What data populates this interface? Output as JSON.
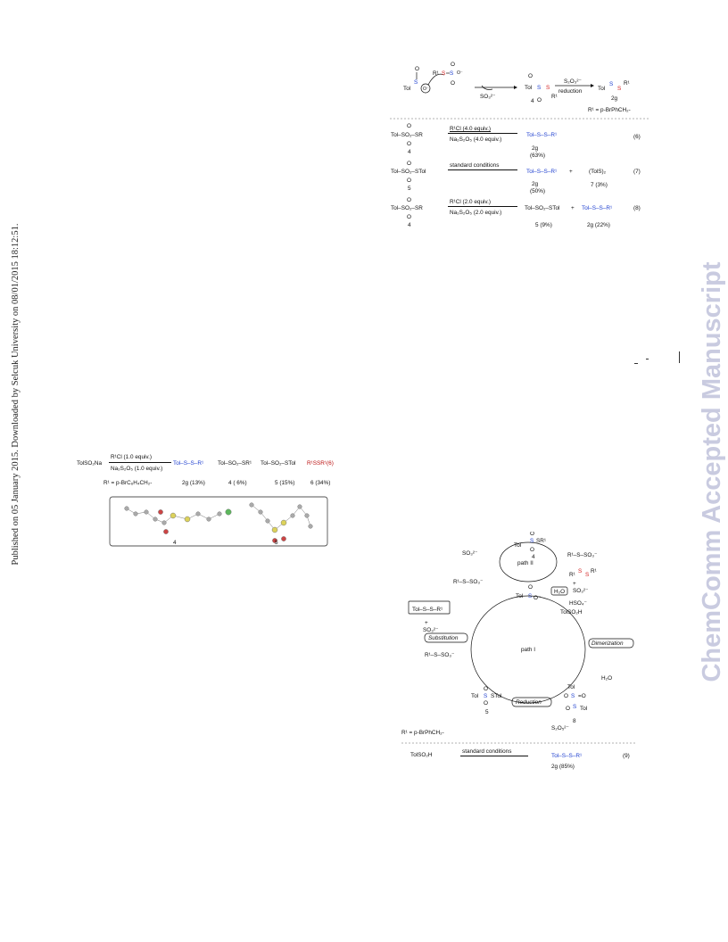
{
  "sidebar_left": {
    "publication_note": "Published on 05 January 2015. Downloaded by Selcuk University on 08/01/2015 18:12:51."
  },
  "watermark": {
    "text": "ChemComm Accepted Manuscript"
  },
  "scheme_top": {
    "tol": "Tol",
    "r1": "R¹",
    "so3_byproduct": "SO₃²⁻",
    "compound_4_label": "4",
    "reagent": "S₂O₃²⁻",
    "condition": "reduction",
    "product_label": "2g",
    "r1_definition": "R¹ = p-BrPhCH₂-"
  },
  "reactions": [
    {
      "reactant": "Tol–SO₂–SR",
      "reactant_label": "4",
      "conditions_top": "R¹Cl (4.0 equiv.)",
      "conditions_bottom": "Na₂S₂O₅ (4.0 equiv.)",
      "product": "Tol–S–S–R¹",
      "product_label": "2g",
      "product_yield": "(63%)",
      "equation": "(6)"
    },
    {
      "reactant": "Tol–SO₂–STol",
      "reactant_label": "5",
      "conditions_top": "standard conditions",
      "product": "Tol–S–S–R¹",
      "product_label": "2g",
      "product_yield": "(50%)",
      "plus": "+",
      "byproduct": "(TolS)₂",
      "byproduct_label": "7 (3%)",
      "equation": "(7)"
    },
    {
      "reactant": "Tol–SO₂–SR",
      "reactant_label": "4",
      "conditions_top": "R¹Cl (2.0 equiv.)",
      "conditions_bottom": "Na₂S₂O₅ (2.0 equiv.)",
      "product_a": "Tol–SO₂–STol",
      "product_a_label": "5 (9%)",
      "plus": "+",
      "product_b": "Tol–S–S–R¹",
      "product_b_label": "2g (22%)",
      "equation": "(8)"
    }
  ],
  "scheme_left": {
    "reactant": "TolSO₂Na",
    "conditions_top": "R¹Cl (1.0 equiv.)",
    "conditions_bottom": "Na₂S₂O₅ (1.0 equiv.)",
    "products": [
      {
        "formula": "Tol–S–S–R¹",
        "label": "2g (13%)"
      },
      {
        "formula": "Tol–SO₂–SR¹",
        "label": "4 ( 6%)"
      },
      {
        "formula": "Tol–SO₂–STol",
        "label": "5 (15%)"
      },
      {
        "formula": "R¹SSR¹(6)",
        "label": "6 (34%)"
      }
    ],
    "r1_definition": "R¹ = p-BrC₆H₄CH₂-",
    "crystal_labels": [
      "4",
      "5"
    ]
  },
  "mechanism": {
    "path_ii": "path II",
    "path_i": "path I",
    "so3": "SO₃²⁻",
    "bunte_salt": "R¹–S–SO₃⁻",
    "compound_4": "4",
    "h2o": "H₂O",
    "hso4": "HSO₄⁻",
    "tolso2h": "TolSO₂H",
    "dimerization": "Dimerization",
    "substitution": "Substitution",
    "reduction": "Reduction",
    "compound_5": "5",
    "compound_8": "8",
    "s2o5": "S₂O₅²⁻",
    "boxed_product": "Tol–S–S–R¹",
    "r1_definition": "R¹ = p-BrPhCH₂-"
  },
  "reaction_9": {
    "reactant": "TolSO₂H",
    "conditions": "standard conditions",
    "product": "Tol–S–S–R¹",
    "product_label": "2g (85%)",
    "equation": "(9)"
  }
}
